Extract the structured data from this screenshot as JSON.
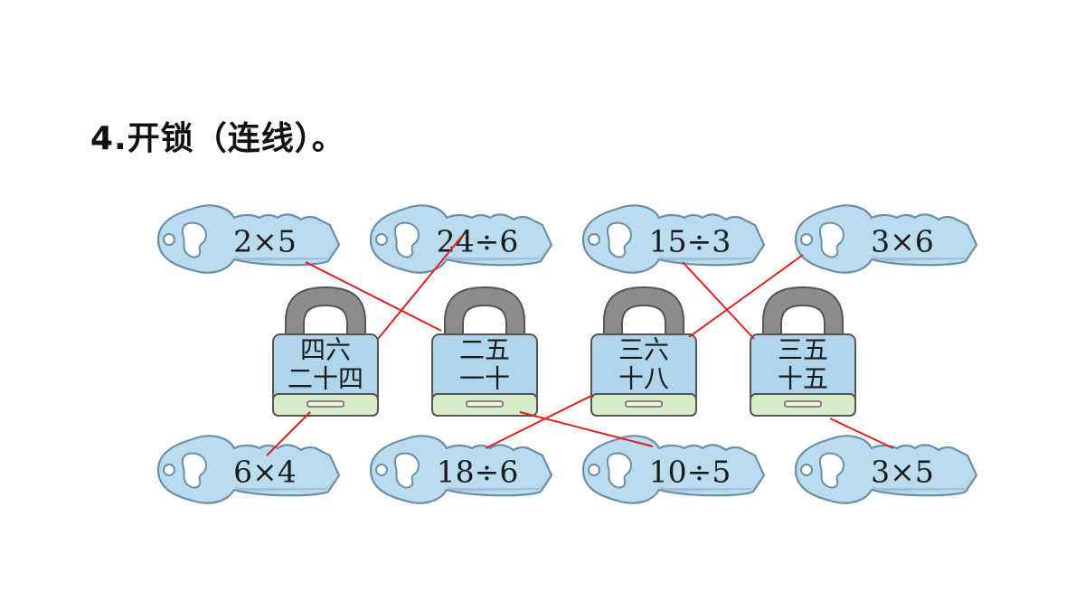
{
  "title": "4.开锁（连线）。",
  "colors": {
    "key_fill": "#b9dcef",
    "key_stroke": "#6d8fa6",
    "lock_body": "#aed5ec",
    "lock_base": "#d9ecc9",
    "shackle": "#8c8c8c",
    "line": "#e0201e"
  },
  "keys_top": [
    {
      "expr": "2×5",
      "id": "key-2x5"
    },
    {
      "expr": "24÷6",
      "id": "key-24div6"
    },
    {
      "expr": "15÷3",
      "id": "key-15div3"
    },
    {
      "expr": "3×6",
      "id": "key-3x6"
    }
  ],
  "locks": [
    {
      "line1": "四六",
      "line2": "二十四",
      "id": "lock-24"
    },
    {
      "line1": "二五",
      "line2": "一十",
      "id": "lock-10"
    },
    {
      "line1": "三六",
      "line2": "十八",
      "id": "lock-18"
    },
    {
      "line1": "三五",
      "line2": "十五",
      "id": "lock-15"
    }
  ],
  "keys_bottom": [
    {
      "expr": "6×4",
      "id": "key-6x4"
    },
    {
      "expr": "18÷6",
      "id": "key-18div6"
    },
    {
      "expr": "10÷5",
      "id": "key-10div5"
    },
    {
      "expr": "3×5",
      "id": "key-3x5"
    }
  ],
  "connections": [
    {
      "key": "key-2x5",
      "lock": "lock-10"
    },
    {
      "key": "key-24div6",
      "lock": "lock-24"
    },
    {
      "key": "key-15div3",
      "lock": "lock-15"
    },
    {
      "key": "key-3x6",
      "lock": "lock-18"
    },
    {
      "key": "key-6x4",
      "lock": "lock-24"
    },
    {
      "key": "key-18div6",
      "lock": "lock-18"
    },
    {
      "key": "key-10div5",
      "lock": "lock-10"
    },
    {
      "key": "key-3x5",
      "lock": "lock-15"
    }
  ]
}
